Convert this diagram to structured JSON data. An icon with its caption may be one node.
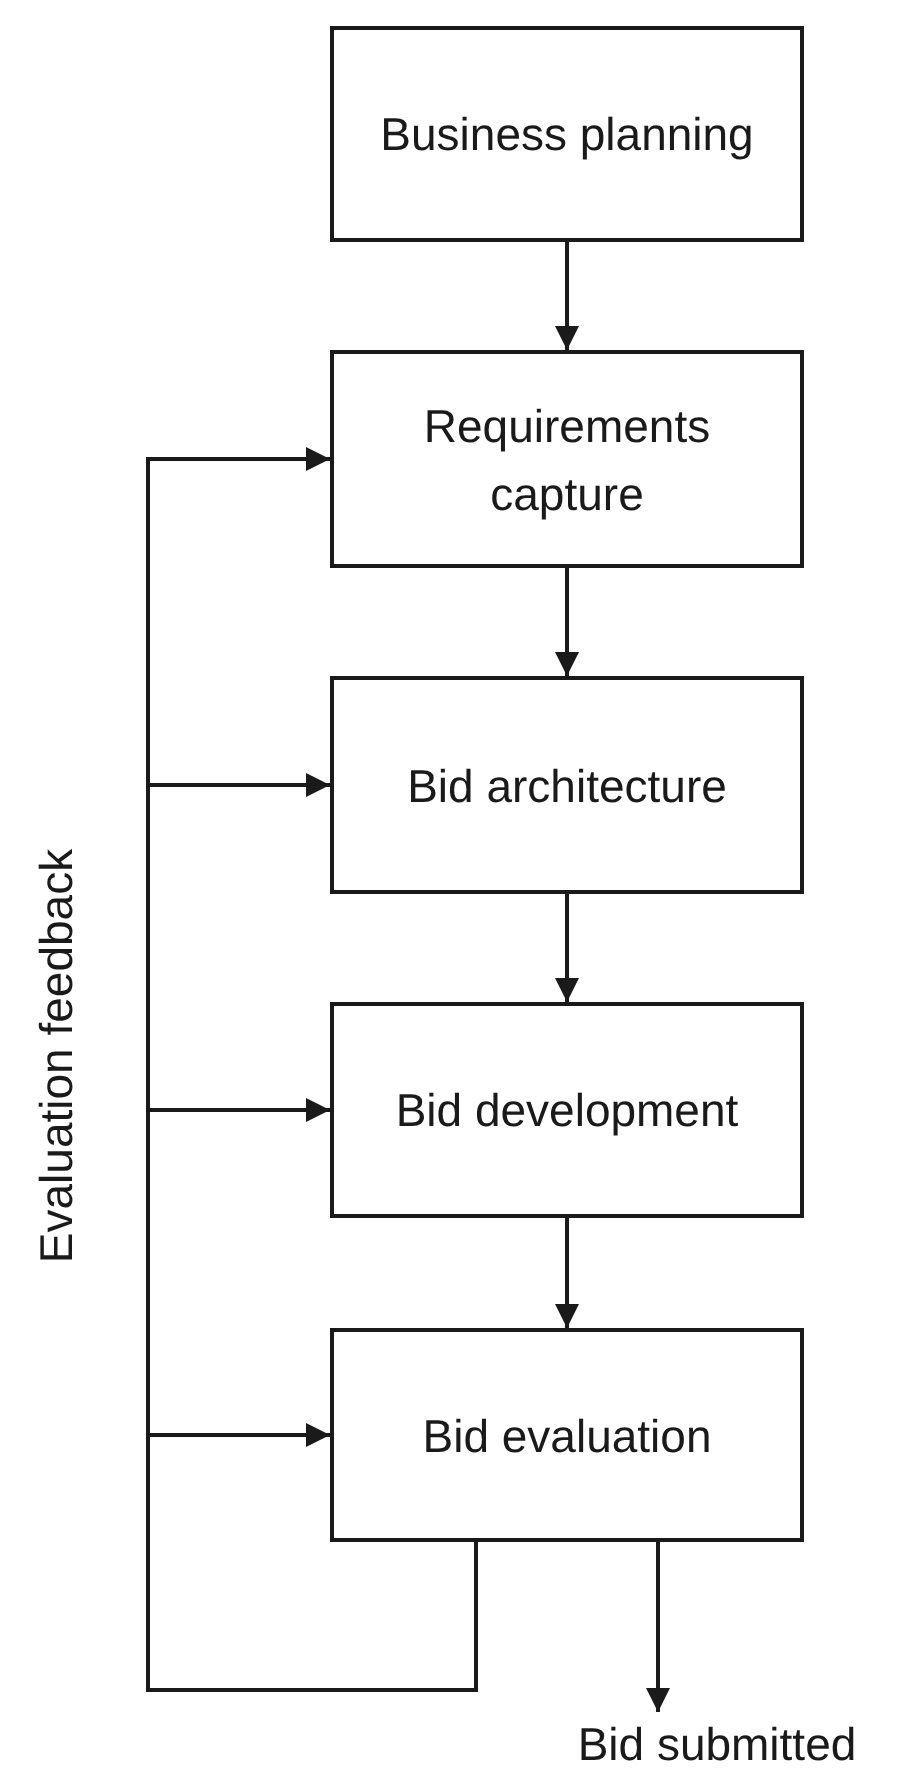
{
  "diagram": {
    "nodes": [
      {
        "text": [
          "Business planning"
        ]
      },
      {
        "text": [
          "Requirements capture"
        ]
      },
      {
        "text": [
          "Bid architecture"
        ]
      },
      {
        "text": [
          "Bid development"
        ]
      },
      {
        "text": [
          "Bid evaluation"
        ]
      },
      {
        "text": [
          "Bid submitted"
        ]
      }
    ],
    "edges": [
      {
        "from": 0,
        "to": 1,
        "arrow": "to"
      },
      {
        "from": 1,
        "to": 2,
        "arrow": "to"
      },
      {
        "from": 2,
        "to": 3,
        "arrow": "to"
      },
      {
        "from": 3,
        "to": 4,
        "arrow": "to"
      },
      {
        "from": 4,
        "to": 1,
        "arrow": "to"
      },
      {
        "from": 4,
        "to": 2,
        "arrow": "to"
      },
      {
        "from": 4,
        "to": 3,
        "arrow": "to"
      },
      {
        "from": 4,
        "to": 4,
        "arrow": "to"
      },
      {
        "from": 4,
        "to": 5,
        "arrow": "to"
      }
    ],
    "labels": [
      "Evaluation feedback"
    ]
  }
}
